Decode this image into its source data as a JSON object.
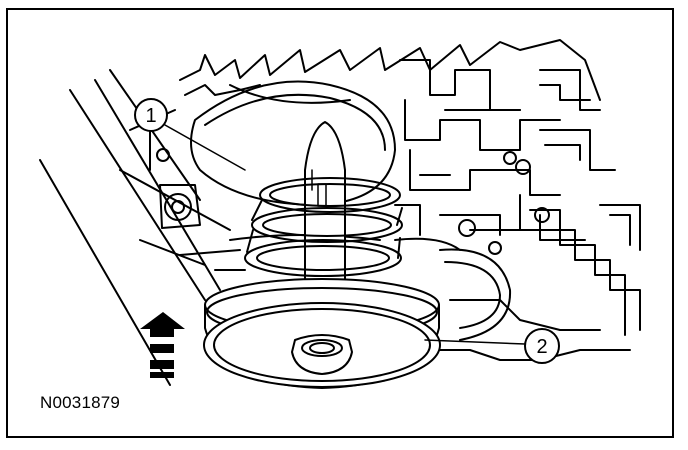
{
  "figure": {
    "reference_id": "N0031879",
    "callouts": [
      {
        "number": "1"
      },
      {
        "number": "2"
      }
    ],
    "stroke_color": "#000000",
    "background_color": "#ffffff",
    "direction_arrow": "installation-direction-arrow-up"
  }
}
